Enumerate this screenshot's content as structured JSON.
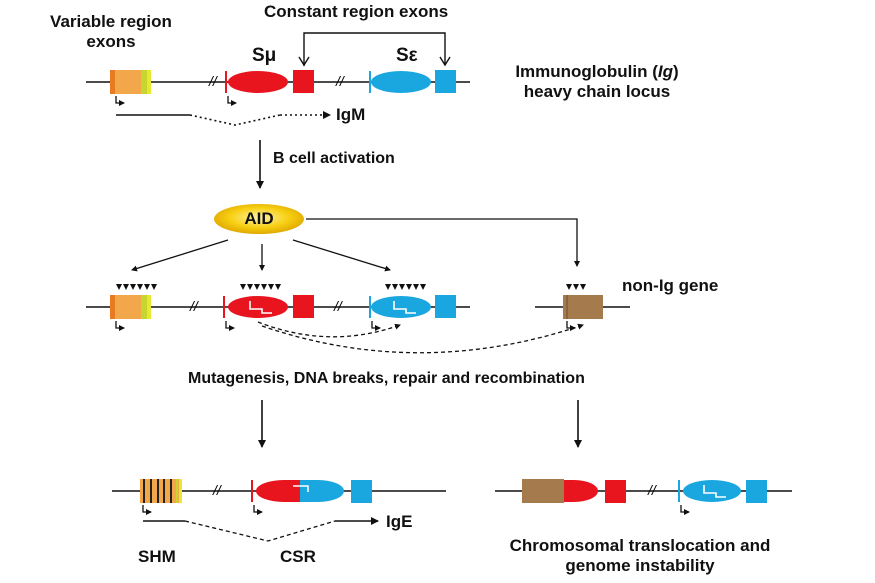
{
  "labels": {
    "variable_region_line1": "Variable region",
    "variable_region_line2": "exons",
    "constant_region": "Constant region exons",
    "s_mu": "Sμ",
    "s_epsilon": "Sε",
    "locus_line1_pre": "Immunoglobulin (",
    "locus_line1_ital": "Ig",
    "locus_line1_post": ")",
    "locus_line2": "heavy chain locus",
    "igm": "IgM",
    "b_cell_activation": "B cell activation",
    "aid": "AID",
    "non_ig_gene": "non-Ig gene",
    "mutagenesis": "Mutagenesis, DNA breaks, repair and recombination",
    "ige": "IgE",
    "shm": "SHM",
    "csr": "CSR",
    "translocation_line1": "Chromosomal translocation and",
    "translocation_line2": "genome instability",
    "break_mark": "//"
  },
  "colors": {
    "variable_exon": "#f2a84a",
    "variable_exon_stripe": "#c6d630",
    "mu_region": "#e8141e",
    "epsilon_region": "#1aa7e0",
    "non_ig_gene": "#a57a4c",
    "aid_badge": "#f7cf12",
    "line": "#111111"
  }
}
